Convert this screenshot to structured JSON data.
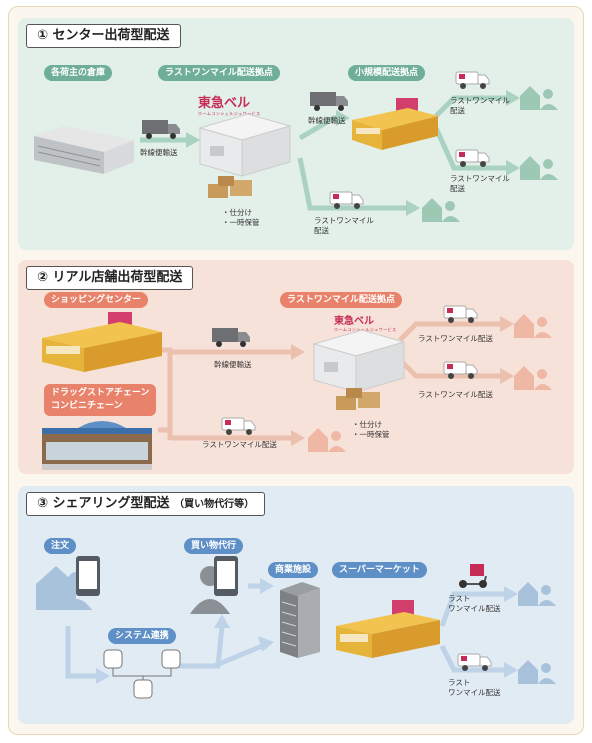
{
  "section1": {
    "title": "① センター出荷型配送",
    "tag_warehouse": "各荷主の倉庫",
    "tag_hub": "ラストワンマイル配送拠点",
    "tag_small": "小規模配送拠点",
    "logo": "東急ベル",
    "logo_sub": "ホームコンシェルジュサービス",
    "trunk1": "幹線便輸送",
    "trunk2": "幹線便輸送",
    "sort": "・仕分け",
    "storage": "・一時保管",
    "lm_a1": "ラストワンマイル",
    "lm_a2": "配送",
    "lm_b1": "ラストワンマイル",
    "lm_b2": "配送",
    "lm_c1": "ラストワンマイル",
    "lm_c2": "配送"
  },
  "section2": {
    "title": "② リアル店舗出荷型配送",
    "tag_mall": "ショッピングセンター",
    "tag_drug1": "ドラッグストアチェーン",
    "tag_drug2": "コンビニチェーン",
    "tag_hub": "ラストワンマイル配送拠点",
    "logo": "東急ベル",
    "logo_sub": "ホームコンシェルジュサービス",
    "trunk": "幹線便輸送",
    "lm_direct": "ラストワンマイル配送",
    "lm_a": "ラストワンマイル配送",
    "lm_b": "ラストワンマイル配送",
    "sort": "・仕分け",
    "storage": "・一時保管"
  },
  "section3": {
    "title": "③ シェアリング型配送",
    "title_note": "（買い物代行等）",
    "tag_order": "注文",
    "tag_proxy": "買い物代行",
    "tag_system": "システム連携",
    "tag_commercial": "商業施設",
    "tag_super": "スーパーマーケット",
    "lm_a1": "ラスト",
    "lm_a2": "ワンマイル配送",
    "lm_b1": "ラスト",
    "lm_b2": "ワンマイル配送"
  },
  "colors": {
    "green_panel": "#e3efe9",
    "orange_panel": "#f6e2d8",
    "blue_panel": "#e1ebf4",
    "green_accent": "#6fae98",
    "orange_accent": "#e9826a",
    "blue_accent": "#5e8fc6",
    "logo_red": "#c72c56"
  },
  "icons": [
    "warehouse-icon",
    "truck-icon",
    "hub-building-icon",
    "boxes-icon",
    "store-icon",
    "delivery-van-icon",
    "people-house-icon",
    "smartphone-icon",
    "person-icon",
    "server-icon",
    "office-tower-icon",
    "scooter-icon"
  ]
}
